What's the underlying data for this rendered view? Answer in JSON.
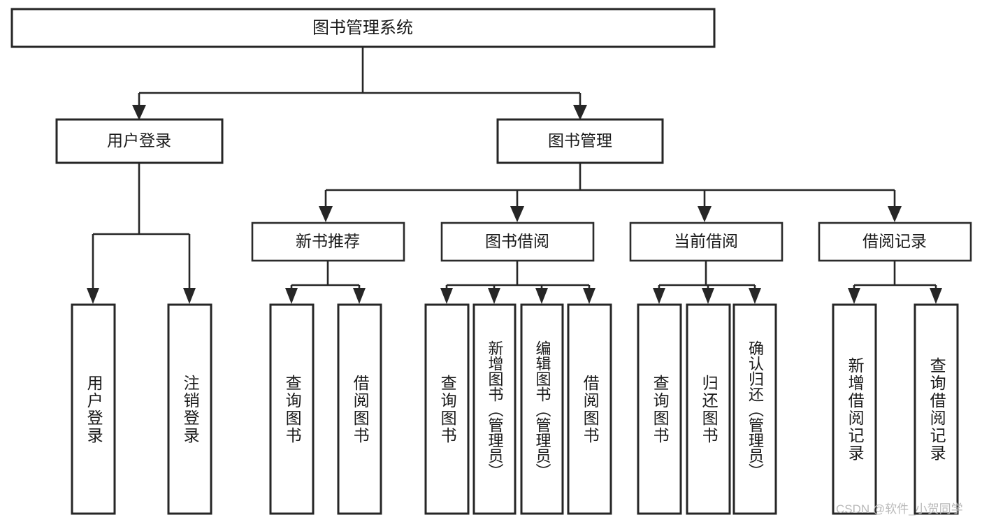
{
  "diagram": {
    "type": "hierarchy-tree",
    "title": "图书管理系统",
    "orientation": "top-down",
    "colors": {
      "box_fill": "#ffffff",
      "box_stroke": "#262626",
      "connector": "#262626",
      "text": "#1a1a1a",
      "watermark": "#b9b9b9",
      "background": "#ffffff"
    },
    "levels": {
      "level1_label": "图书管理系统",
      "level2_labels": [
        "用户登录",
        "图书管理"
      ],
      "level3_labels": [
        "新书推荐",
        "图书借阅",
        "当前借阅",
        "借阅记录"
      ]
    },
    "root": {
      "label": "图书管理系统",
      "children": [
        {
          "label": "用户登录",
          "children": [
            {
              "label": "用户登录"
            },
            {
              "label": "注销登录"
            }
          ]
        },
        {
          "label": "图书管理",
          "children": [
            {
              "label": "新书推荐",
              "children": [
                {
                  "label": "查询图书"
                },
                {
                  "label": "借阅图书"
                }
              ]
            },
            {
              "label": "图书借阅",
              "children": [
                {
                  "label": "查询图书"
                },
                {
                  "label": "新增图书（管理员）"
                },
                {
                  "label": "编辑图书（管理员）"
                },
                {
                  "label": "借阅图书"
                }
              ]
            },
            {
              "label": "当前借阅",
              "children": [
                {
                  "label": "查询图书"
                },
                {
                  "label": "归还图书"
                },
                {
                  "label": "确认归还（管理员）"
                }
              ]
            },
            {
              "label": "借阅记录",
              "children": [
                {
                  "label": "新增借阅记录"
                },
                {
                  "label": "查询借阅记录"
                }
              ]
            }
          ]
        }
      ]
    },
    "nodes": {
      "root": "图书管理系统",
      "user_login": "用户登录",
      "book_manage": "图书管理",
      "new_book_rec": "新书推荐",
      "book_borrow": "图书借阅",
      "current_borrow": "当前借阅",
      "borrow_record": "借阅记录",
      "leaf_user_login": "用户登录",
      "leaf_logout": "注销登录",
      "leaf_query_book_1": "查询图书",
      "leaf_borrow_book_1": "借阅图书",
      "leaf_query_book_2": "查询图书",
      "leaf_add_book_admin": "新增图书（管理员）",
      "leaf_edit_book_admin": "编辑图书（管理员）",
      "leaf_borrow_book_2": "借阅图书",
      "leaf_query_book_3": "查询图书",
      "leaf_return_book": "归还图书",
      "leaf_confirm_return_admin": "确认归还（管理员）",
      "leaf_add_record": "新增借阅记录",
      "leaf_query_record": "查询借阅记录"
    }
  },
  "watermark": {
    "text": "CSDN @软件_小贺同学"
  }
}
